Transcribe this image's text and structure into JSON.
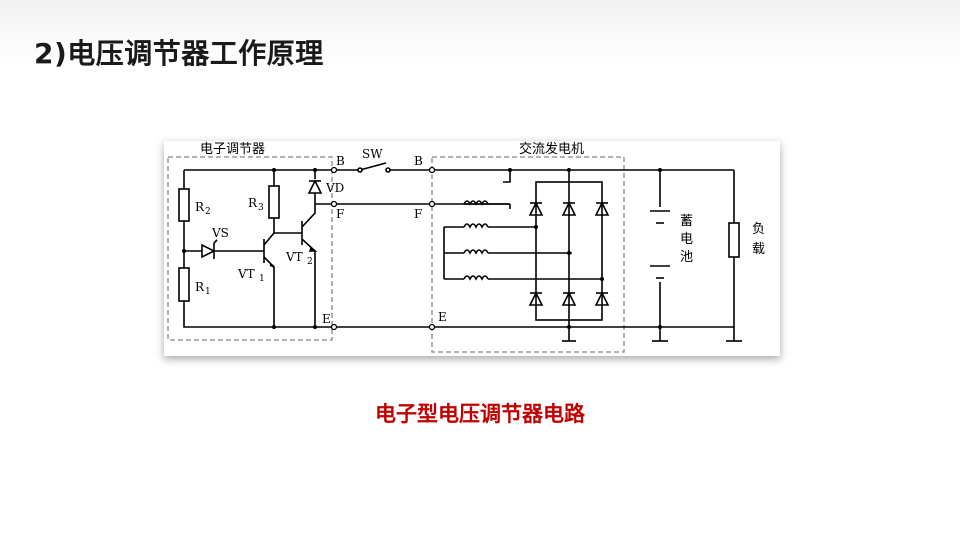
{
  "slide": {
    "title": "2)电压调节器工作原理",
    "caption": "电子型电压调节器电路"
  },
  "diagram": {
    "regulator_label": "电子调节器",
    "alternator_label": "交流发电机",
    "switch_label": "SW",
    "terminal_b_left": "B",
    "terminal_b_right": "B",
    "terminal_f_left": "F",
    "terminal_f_right": "F",
    "terminal_e_left": "E",
    "terminal_e_right": "E",
    "r2": "R",
    "r2_sub": "2",
    "r3": "R",
    "r3_sub": "3",
    "r1": "R",
    "r1_sub": "1",
    "vs": "VS",
    "vd": "VD",
    "vt1": "VT",
    "vt1_sub": "1",
    "vt2": "VT",
    "vt2_sub": "2",
    "battery_label": [
      "蓄",
      "电",
      "池"
    ],
    "load_label": [
      "负",
      "载"
    ]
  }
}
